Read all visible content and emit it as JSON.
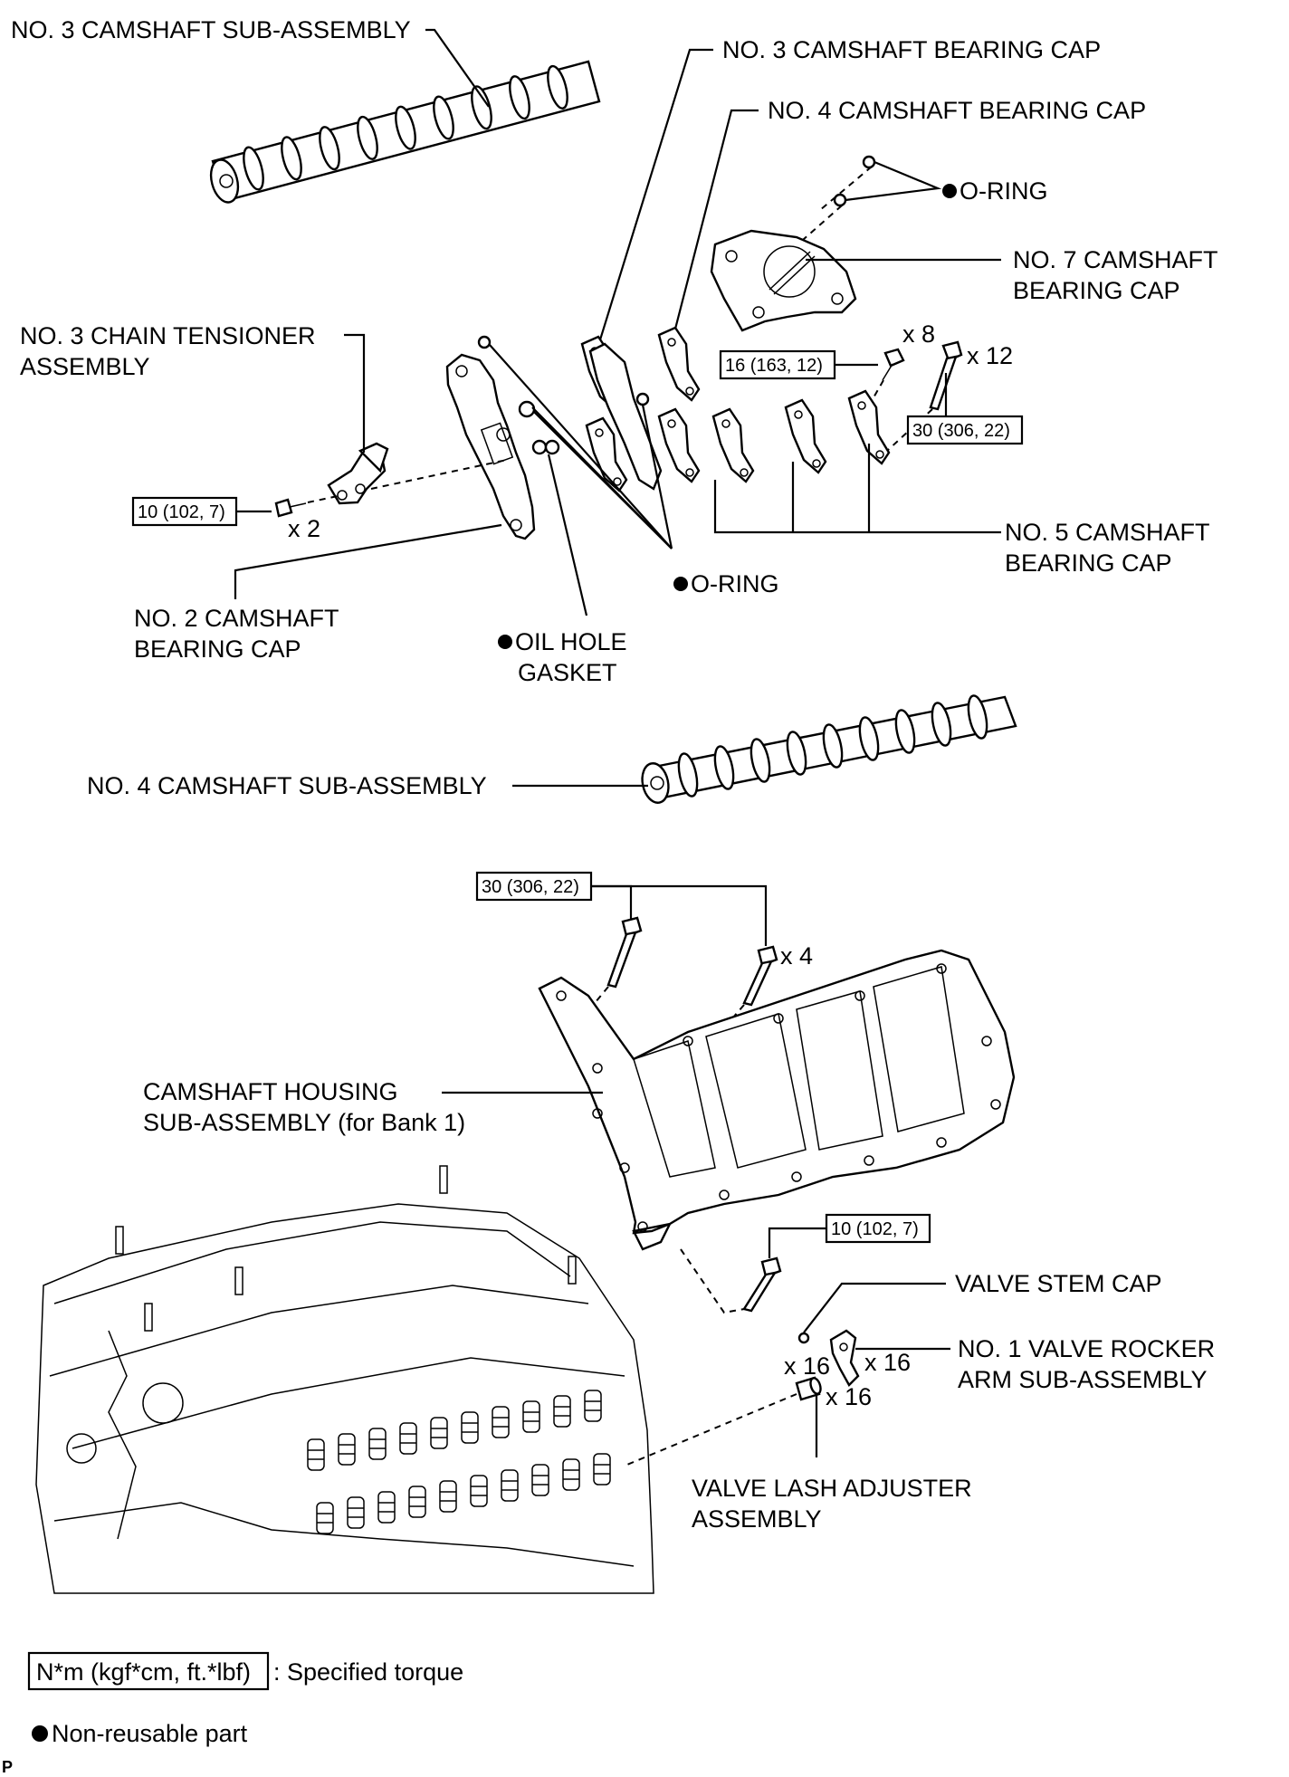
{
  "labels": {
    "no3_camshaft": "NO. 3 CAMSHAFT SUB-ASSEMBLY",
    "no3_bearing_cap": "NO. 3 CAMSHAFT BEARING CAP",
    "no4_bearing_cap": "NO. 4 CAMSHAFT BEARING CAP",
    "oring_top": "O-RING",
    "no7_bearing_cap_l1": "NO. 7 CAMSHAFT",
    "no7_bearing_cap_l2": "BEARING CAP",
    "no3_chain_tensioner_l1": "NO. 3 CHAIN TENSIONER",
    "no3_chain_tensioner_l2": "ASSEMBLY",
    "no5_bearing_cap_l1": "NO. 5 CAMSHAFT",
    "no5_bearing_cap_l2": "BEARING CAP",
    "oring_mid": "O-RING",
    "no2_bearing_cap_l1": "NO. 2 CAMSHAFT",
    "no2_bearing_cap_l2": "BEARING CAP",
    "oil_hole_gasket_l1": "OIL HOLE",
    "oil_hole_gasket_l2": "GASKET",
    "no4_camshaft": "NO. 4 CAMSHAFT SUB-ASSEMBLY",
    "camshaft_housing_l1": "CAMSHAFT HOUSING",
    "camshaft_housing_l2": "SUB-ASSEMBLY (for Bank 1)",
    "valve_stem_cap": "VALVE STEM CAP",
    "rocker_arm_l1": "NO. 1 VALVE ROCKER",
    "rocker_arm_l2": "ARM SUB-ASSEMBLY",
    "lash_adjuster_l1": "VALVE LASH ADJUSTER",
    "lash_adjuster_l2": "ASSEMBLY"
  },
  "torques": {
    "cap_bolt_small": "16 (163, 12)",
    "cap_bolt_large": "30 (306, 22)",
    "tensioner_bolt": "10 (102, 7)",
    "housing_bolt_large": "30 (306, 22)",
    "housing_bolt_small": "10 (102, 7)"
  },
  "quantities": {
    "cap_bolt_small": "x 8",
    "cap_bolt_large": "x 12",
    "tensioner_bolt": "x 2",
    "housing_bolt_large": "x 4",
    "valve_stem_cap": "x 16",
    "rocker_arm": "x 16",
    "lash_adjuster": "x 16"
  },
  "legend": {
    "torque_box": "N*m (kgf*cm, ft.*lbf)",
    "torque_text": ": Specified torque",
    "nonreusable_text": "Non-reusable part",
    "corner_mark": "P"
  }
}
